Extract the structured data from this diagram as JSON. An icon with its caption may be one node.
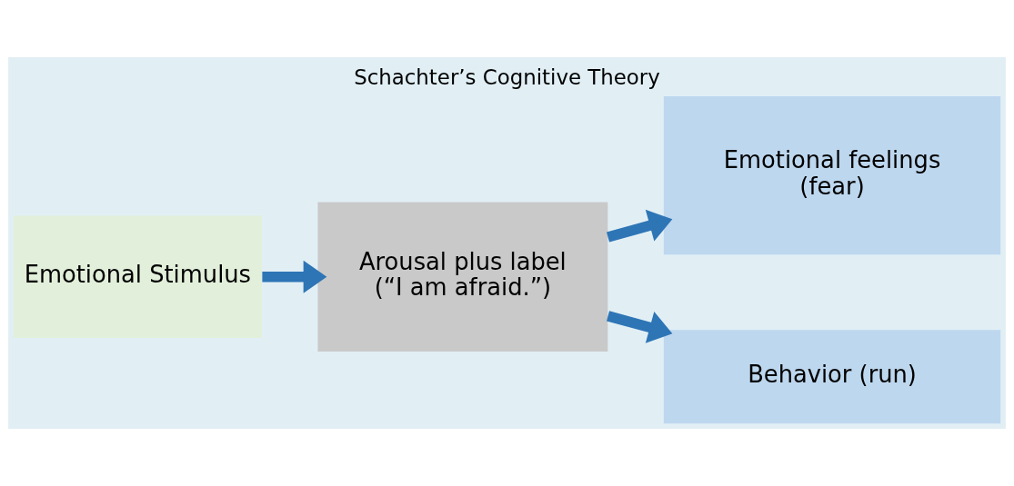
{
  "diagram": {
    "title": "Schachter’s Cognitive Theory",
    "nodes": [
      {
        "text": [
          "Emotional Stimulus"
        ]
      },
      {
        "text": [
          "Arousal plus label",
          "(“I am afraid.”)"
        ]
      },
      {
        "text": [
          "Emotional feelings",
          "(fear)"
        ]
      },
      {
        "text": [
          "Behavior (run)"
        ]
      }
    ],
    "edges": [
      {
        "from": 0,
        "to": 1,
        "arrow": "to"
      },
      {
        "from": 1,
        "to": 2,
        "arrow": "to"
      },
      {
        "from": 1,
        "to": 3,
        "arrow": "to"
      }
    ]
  }
}
